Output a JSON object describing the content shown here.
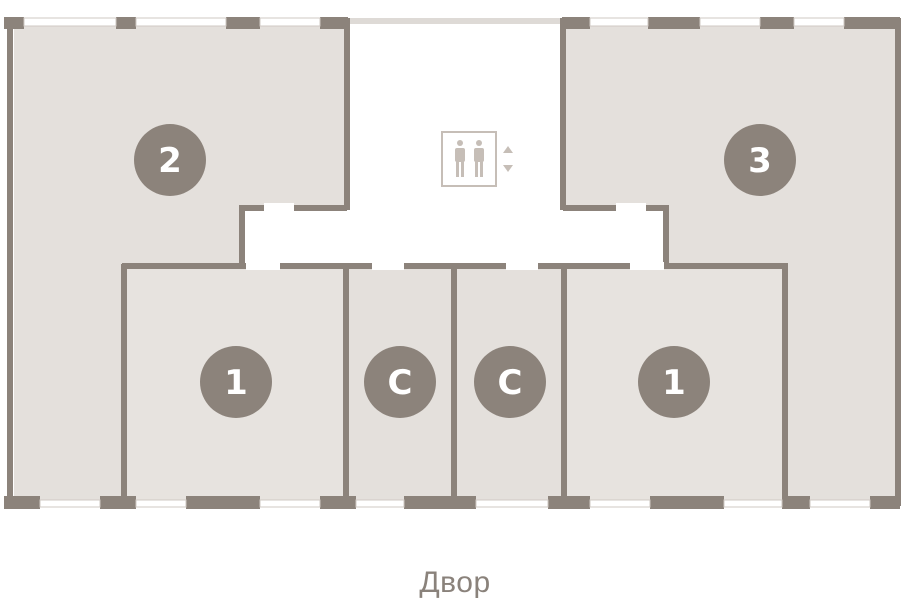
{
  "plan": {
    "colors": {
      "wall": "#8c837b",
      "unit_fill": "#e4e0dc",
      "unit_fill_alt": "#e7e3df",
      "corridor": "#ffffff",
      "badge": "#8c837b",
      "badge_text": "#ffffff",
      "window": "#ffffff",
      "balcony_strip": "#dedad6",
      "label": "#8a827b"
    },
    "units": [
      {
        "id": "unit-2",
        "label": "2"
      },
      {
        "id": "unit-3",
        "label": "3"
      },
      {
        "id": "unit-1-left",
        "label": "1"
      },
      {
        "id": "unit-c-left",
        "label": "С"
      },
      {
        "id": "unit-c-right",
        "label": "С"
      },
      {
        "id": "unit-1-right",
        "label": "1"
      }
    ],
    "elevator_icon": "elevator-people-icon",
    "courtyard_label": "Двор"
  }
}
